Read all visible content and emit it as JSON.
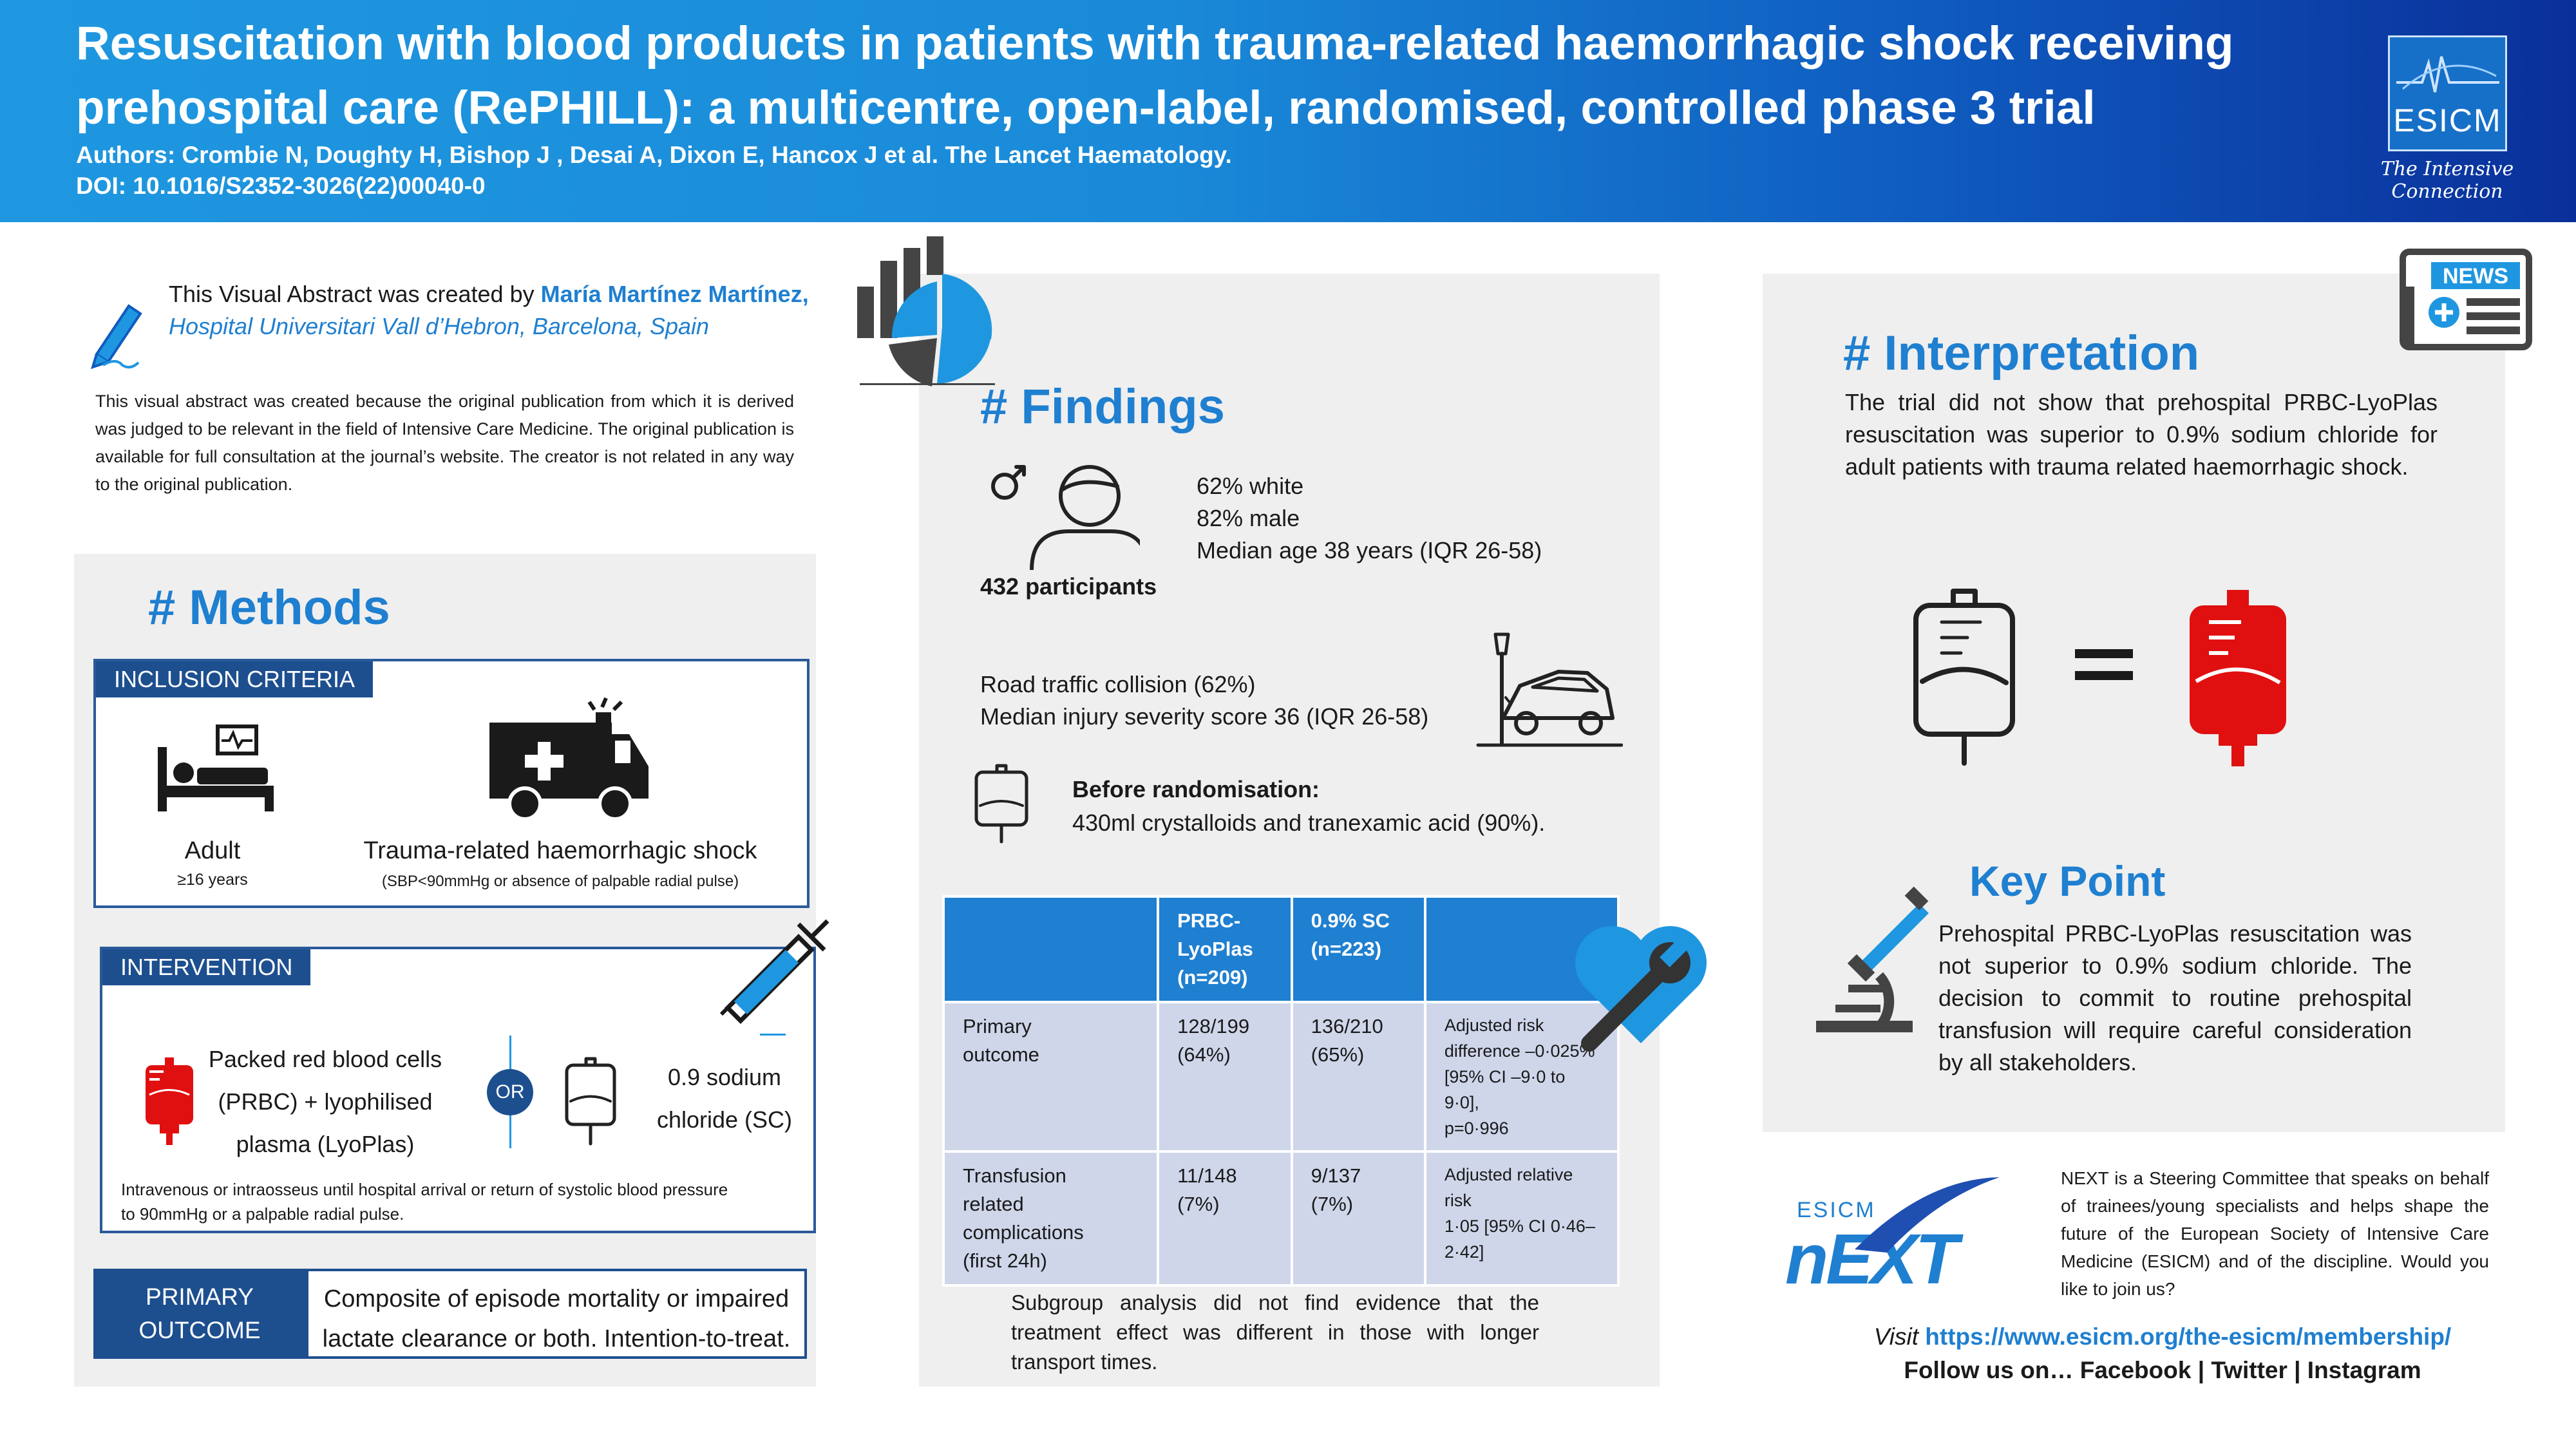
{
  "header": {
    "title_line1": "Resuscitation with blood products in patients with trauma-related haemorrhagic shock receiving",
    "title_line2": "prehospital care (RePHILL): a multicentre, open-label, randomised, controlled phase 3 trial",
    "authors": "Authors: Crombie N, Doughty H, Bishop J , Desai A, Dixon E, Hancox J et al.  The Lancet Haematology.",
    "doi": "DOI: 10.1016/S2352-3026(22)00040-0",
    "logo_text": "ESICM",
    "logo_tagline": "The Intensive Connection"
  },
  "credit": {
    "prefix": "This Visual Abstract was created by ",
    "name": "María Martínez Martínez,",
    "affiliation": " Hospital Universitari Vall d’Hebron, Barcelona, Spain",
    "disclaimer": "This visual abstract was created because the original publication from which it is derived was judged to be relevant in the field of Intensive Care Medicine. The original publication is available for full consultation at the journal’s website. The creator is not related in any way to the original publication."
  },
  "methods": {
    "heading": "# Methods",
    "inclusion_tab": "INCLUSION CRITERIA",
    "adult_label": "Adult",
    "adult_sub": "≥16 years",
    "shock_label": "Trauma-related haemorrhagic shock",
    "shock_sub": "(SBP<90mmHg or absence of palpable radial pulse)",
    "intervention_tab": "INTERVENTION",
    "prbc_line1": "Packed red blood cells",
    "prbc_line2": "(PRBC) + lyophilised",
    "prbc_line3": "plasma (LyoPlas)",
    "or_label": "OR",
    "saline_line1": "0.9 sodium",
    "saline_line2": "chloride (SC)",
    "route_line1": "Intravenous or intraosseus until hospital arrival or return of  systolic blood pressure",
    "route_line2": "to 90mmHg or a palpable radial pulse.",
    "primary_tab_line1": "PRIMARY",
    "primary_tab_line2": "OUTCOME",
    "primary_line1": "Composite of episode mortality or impaired",
    "primary_line2": "lactate clearance or both. Intention-to-treat."
  },
  "findings": {
    "heading": "# Findings",
    "participants": "432 participants",
    "white": "62% white",
    "male": "82% male",
    "age": "Median age 38 years (IQR 26-58)",
    "rtc": "Road traffic collision (62%)",
    "iss": "Median injury severity score 36 (IQR 26-58)",
    "before_label": "Before randomisation:",
    "before_text": "430ml crystalloids and tranexamic acid (90%).",
    "table": {
      "head_col1_line1": "PRBC-",
      "head_col1_line2": "LyoPlas",
      "head_col1_line3": "(n=209)",
      "head_col2_line1": "0.9% SC",
      "head_col2_line2": "(n=223)",
      "row1_label_line1": "Primary",
      "row1_label_line2": "outcome",
      "row1_c1_line1": "128/199",
      "row1_c1_line2": "(64%)",
      "row1_c2_line1": "136/210",
      "row1_c2_line2": "(65%)",
      "row1_note_line1": "Adjusted risk",
      "row1_note_line2": "difference –0·025%",
      "row1_note_line3": "[95% CI –9·0 to 9·0],",
      "row1_note_line4": "p=0·996",
      "row2_label_line1": "Transfusion",
      "row2_label_line2": "related",
      "row2_label_line3": "complications",
      "row2_label_line4": "(first 24h)",
      "row2_c1_line1": "11/148",
      "row2_c1_line2": "(7%)",
      "row2_c2_line1": "9/137",
      "row2_c2_line2": "(7%)",
      "row2_note_line1": "Adjusted relative risk",
      "row2_note_line2": "1·05 [95% CI 0·46–",
      "row2_note_line3": "2·42]"
    },
    "subgroup": "Subgroup analysis did not find evidence that the treatment effect was different in those with longer transport times."
  },
  "interpretation": {
    "heading": "# Interpretation",
    "text": "The trial did not show that prehospital PRBC-LyoPlas resuscitation was superior to 0.9% sodium chloride for adult patients with trauma related haemorrhagic shock.",
    "news_label": "NEWS",
    "keypoint_heading": "Key Point",
    "keypoint_text": "Prehospital PRBC-LyoPlas resuscitation was not  superior to 0.9% sodium chloride.  The decision to commit to routine prehospital transfusion will require careful consideration by all stakeholders."
  },
  "next": {
    "logo_small": "ESICM",
    "logo_big": "nEXT",
    "text": "NEXT is a Steering Committee that speaks on behalf of trainees/young specialists and helps shape the future of the European Society of Intensive Care Medicine (ESICM) and of the discipline. Would you like to join us?",
    "visit": "Visit ",
    "url": "https://www.esicm.org/the-esicm/membership/",
    "follow": "Follow us on… Facebook | Twitter | Instagram"
  },
  "colors": {
    "accent": "#1f7fd0",
    "dark_blue": "#1d4f8f",
    "blood_red": "#e01010",
    "panel_grey": "#efefef"
  }
}
